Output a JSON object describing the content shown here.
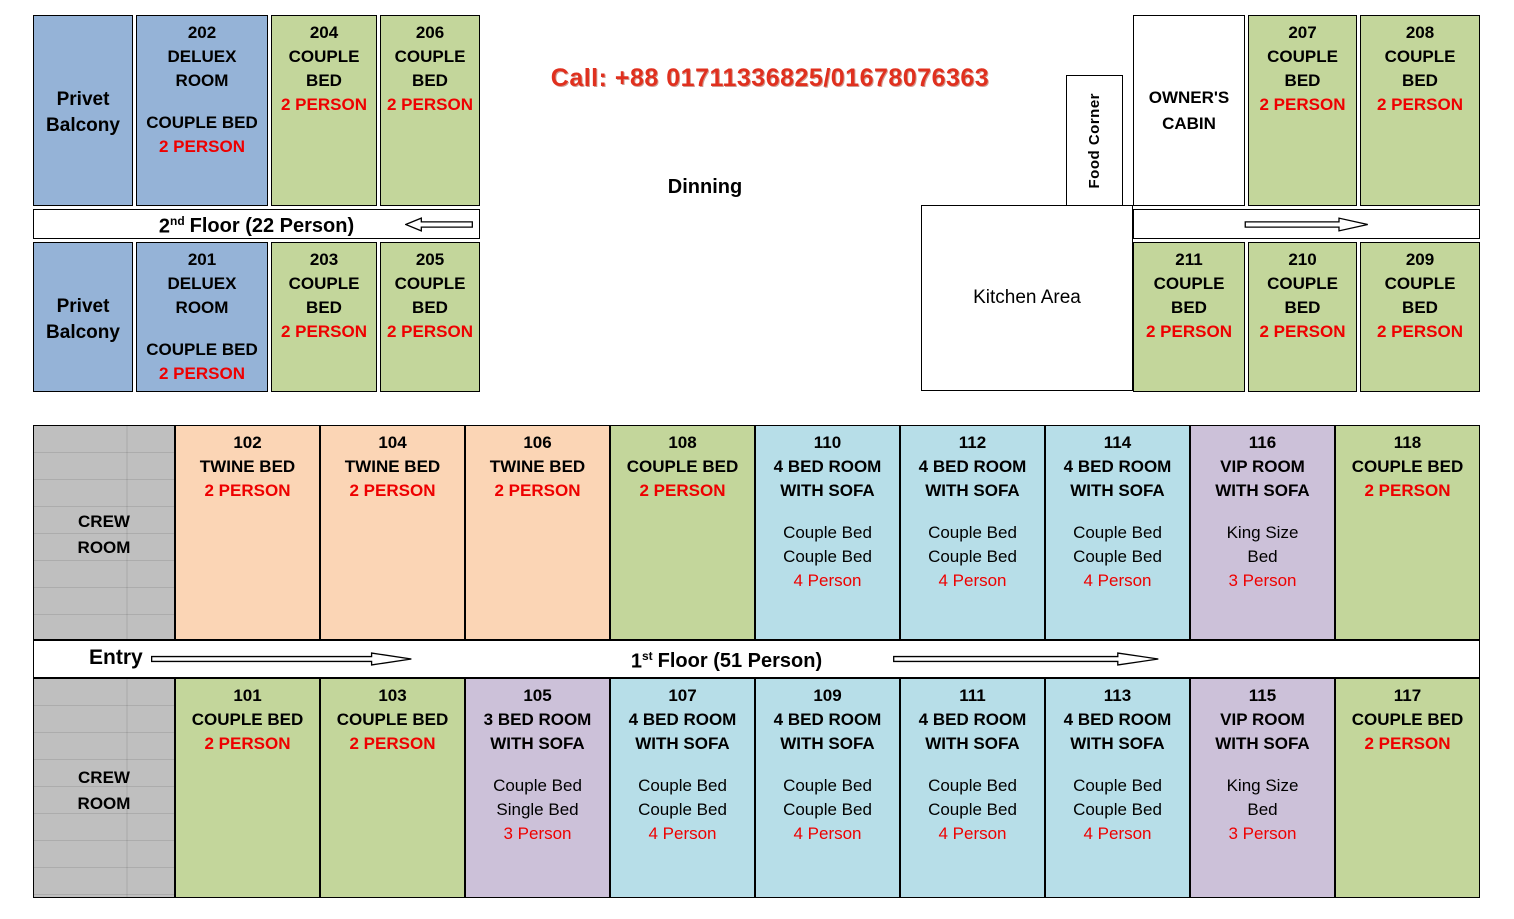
{
  "palette": {
    "blue": "#95b3d7",
    "green": "#c3d69b",
    "peach": "#fbd5b5",
    "cyan": "#b7dee8",
    "purple": "#ccc1d9",
    "gray": "#bfbfbf",
    "white": "#ffffff",
    "red": "#ee0000",
    "call_red": "#e0301e",
    "border": "#000000"
  },
  "labels": {
    "privet_balcony_top": "Privet Balcony",
    "privet_balcony_bottom": "Privet Balcony",
    "call": "Call:  +88 01711336825/01678076363",
    "dinning": "Dinning",
    "food_corner": "Food Corner",
    "owners_cabin": "OWNER'S CABIN",
    "kitchen_area": "Kitchen Area",
    "crew_room_top": "CREW ROOM",
    "crew_room_bottom": "CREW ROOM",
    "entry": "Entry"
  },
  "dividers": {
    "second_floor": {
      "num": "2",
      "sup": "nd",
      "suffix": "Floor (22 Person)"
    },
    "first_floor": {
      "num": "1",
      "sup": "st",
      "suffix": "Floor (51 Person)"
    }
  },
  "rooms": {
    "202": {
      "number": "202",
      "color": "blue",
      "lines": [
        "DELUEX",
        "ROOM",
        "",
        "COUPLE BED",
        "2 PERSON"
      ]
    },
    "204": {
      "number": "204",
      "color": "green",
      "lines": [
        "COUPLE",
        "BED",
        "2 PERSON"
      ]
    },
    "206": {
      "number": "206",
      "color": "green",
      "lines": [
        "COUPLE",
        "BED",
        "2 PERSON"
      ]
    },
    "201": {
      "number": "201",
      "color": "blue",
      "lines": [
        "DELUEX",
        "ROOM",
        "",
        "COUPLE BED",
        "2 PERSON"
      ]
    },
    "203": {
      "number": "203",
      "color": "green",
      "lines": [
        "COUPLE",
        "BED",
        "2 PERSON"
      ]
    },
    "205": {
      "number": "205",
      "color": "green",
      "lines": [
        "COUPLE",
        "BED",
        "2 PERSON"
      ]
    },
    "207": {
      "number": "207",
      "color": "green",
      "lines": [
        "COUPLE",
        "BED",
        "2 PERSON"
      ]
    },
    "208": {
      "number": "208",
      "color": "green",
      "lines": [
        "COUPLE",
        "BED",
        "2 PERSON"
      ]
    },
    "211": {
      "number": "211",
      "color": "green",
      "lines": [
        "COUPLE",
        "BED",
        "2 PERSON"
      ]
    },
    "210": {
      "number": "210",
      "color": "green",
      "lines": [
        "COUPLE",
        "BED",
        "2 PERSON"
      ]
    },
    "209": {
      "number": "209",
      "color": "green",
      "lines": [
        "COUPLE",
        "BED",
        "2 PERSON"
      ]
    },
    "102": {
      "number": "102",
      "color": "peach",
      "lines": [
        "TWINE BED",
        "2 PERSON"
      ]
    },
    "104": {
      "number": "104",
      "color": "peach",
      "lines": [
        "TWINE BED",
        "2 PERSON"
      ]
    },
    "106": {
      "number": "106",
      "color": "peach",
      "lines": [
        "TWINE BED",
        "2 PERSON"
      ]
    },
    "108": {
      "number": "108",
      "color": "green",
      "lines": [
        "COUPLE BED",
        "2 PERSON"
      ]
    },
    "110": {
      "number": "110",
      "color": "cyan",
      "lines": [
        "4 BED ROOM",
        "WITH SOFA",
        "",
        "Couple Bed",
        "Couple Bed",
        "4 Person"
      ]
    },
    "112": {
      "number": "112",
      "color": "cyan",
      "lines": [
        "4 BED ROOM",
        "WITH SOFA",
        "",
        "Couple Bed",
        "Couple Bed",
        "4 Person"
      ]
    },
    "114": {
      "number": "114",
      "color": "cyan",
      "lines": [
        "4 BED ROOM",
        "WITH SOFA",
        "",
        "Couple Bed",
        "Couple Bed",
        "4 Person"
      ]
    },
    "116": {
      "number": "116",
      "color": "purple",
      "lines": [
        "VIP ROOM",
        "WITH SOFA",
        "",
        "King Size",
        "Bed",
        "3 Person"
      ]
    },
    "118": {
      "number": "118",
      "color": "green",
      "lines": [
        "COUPLE BED",
        "2 PERSON"
      ]
    },
    "101": {
      "number": "101",
      "color": "green",
      "lines": [
        "COUPLE BED",
        "2 PERSON"
      ]
    },
    "103": {
      "number": "103",
      "color": "green",
      "lines": [
        "COUPLE BED",
        "2 PERSON"
      ]
    },
    "105": {
      "number": "105",
      "color": "purple",
      "lines": [
        "3 BED ROOM",
        "WITH SOFA",
        "",
        "Couple Bed",
        "Single Bed",
        "3 Person"
      ]
    },
    "107": {
      "number": "107",
      "color": "cyan",
      "lines": [
        "4 BED ROOM",
        "WITH SOFA",
        "",
        "Couple Bed",
        "Couple Bed",
        "4 Person"
      ]
    },
    "109": {
      "number": "109",
      "color": "cyan",
      "lines": [
        "4 BED ROOM",
        "WITH SOFA",
        "",
        "Couple Bed",
        "Couple Bed",
        "4 Person"
      ]
    },
    "111": {
      "number": "111",
      "color": "cyan",
      "lines": [
        "4 BED ROOM",
        "WITH SOFA",
        "",
        "Couple Bed",
        "Couple Bed",
        "4 Person"
      ]
    },
    "113": {
      "number": "113",
      "color": "cyan",
      "lines": [
        "4 BED ROOM",
        "WITH SOFA",
        "",
        "Couple Bed",
        "Couple Bed",
        "4 Person"
      ]
    },
    "115": {
      "number": "115",
      "color": "purple",
      "lines": [
        "VIP ROOM",
        "WITH SOFA",
        "",
        "King Size",
        "Bed",
        "3 Person"
      ]
    },
    "117": {
      "number": "117",
      "color": "green",
      "lines": [
        "COUPLE BED",
        "2 PERSON"
      ]
    }
  }
}
